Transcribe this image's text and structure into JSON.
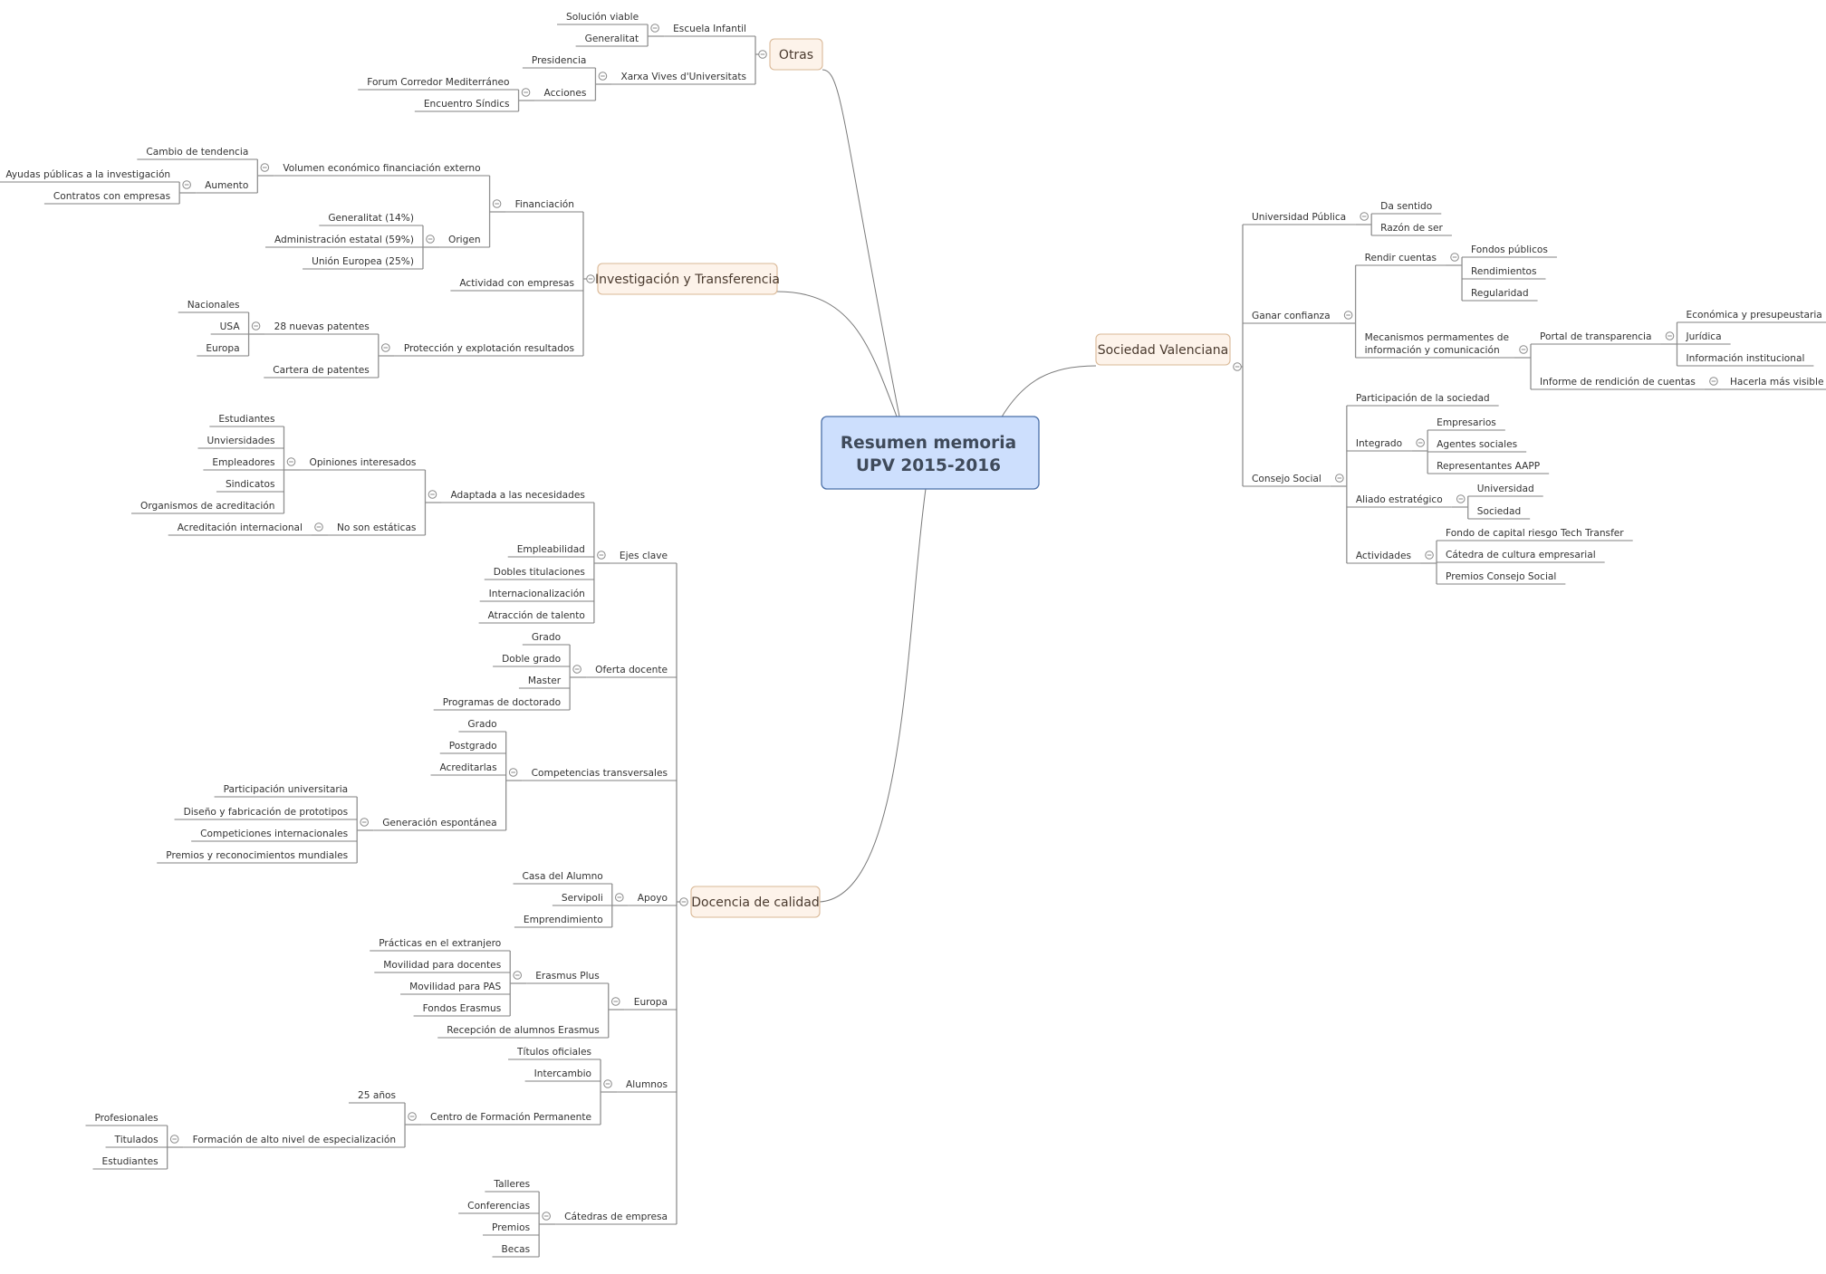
{
  "center": {
    "line1": "Resumen memoria",
    "line2": "UPV 2015-2016"
  },
  "colors": {
    "center_fill": "#cddffd",
    "center_stroke": "#4a6fa8",
    "main_fill": "#fdf3ea",
    "main_stroke": "#d9b896"
  },
  "right": [
    {
      "label": "Sociedad Valenciana",
      "children": [
        {
          "label": "Universidad Pública",
          "children": [
            {
              "label": "Da sentido"
            },
            {
              "label": "Razón de ser"
            }
          ]
        },
        {
          "label": "Ganar confianza",
          "children": [
            {
              "label": "Rendir cuentas",
              "children": [
                {
                  "label": "Fondos públicos"
                },
                {
                  "label": "Rendimientos"
                },
                {
                  "label": "Regularidad"
                }
              ]
            },
            {
              "label": "Mecanismos permamentes de",
              "label2": "información y comunicación",
              "children": [
                {
                  "label": "Portal de transparencia",
                  "children": [
                    {
                      "label": "Económica y presupeustaria"
                    },
                    {
                      "label": "Jurídica"
                    },
                    {
                      "label": "Información institucional"
                    }
                  ]
                },
                {
                  "label": "Informe de rendición de cuentas",
                  "children": [
                    {
                      "label": "Hacerla más visible"
                    }
                  ]
                }
              ]
            }
          ]
        },
        {
          "label": "Consejo Social",
          "children": [
            {
              "label": "Participación de la sociedad"
            },
            {
              "label": "Integrado",
              "children": [
                {
                  "label": "Empresarios"
                },
                {
                  "label": "Agentes sociales"
                },
                {
                  "label": "Representantes AAPP"
                }
              ]
            },
            {
              "label": "Aliado estratégico",
              "children": [
                {
                  "label": "Universidad"
                },
                {
                  "label": "Sociedad"
                }
              ]
            },
            {
              "label": "Actividades",
              "children": [
                {
                  "label": "Fondo de capital riesgo Tech Transfer"
                },
                {
                  "label": "Cátedra de cultura empresarial"
                },
                {
                  "label": "Premios Consejo Social"
                }
              ]
            }
          ]
        }
      ]
    }
  ],
  "left": [
    {
      "label": "Otras",
      "children": [
        {
          "label": "Escuela Infantil",
          "children": [
            {
              "label": "Solución viable"
            },
            {
              "label": "Generalitat"
            }
          ]
        },
        {
          "label": "Xarxa Vives d'Universitats",
          "children": [
            {
              "label": "Presidencia"
            },
            {
              "label": "Acciones",
              "children": [
                {
                  "label": "Forum Corredor Mediterráneo"
                },
                {
                  "label": "Encuentro Síndics"
                }
              ]
            }
          ]
        }
      ]
    },
    {
      "label": "Investigación y Transferencia",
      "children": [
        {
          "label": "Financiación",
          "children": [
            {
              "label": "Volumen económico financiación externo",
              "children": [
                {
                  "label": "Cambio de tendencia"
                },
                {
                  "label": "Aumento",
                  "children": [
                    {
                      "label": "Ayudas públicas a la investigación"
                    },
                    {
                      "label": "Contratos con empresas"
                    }
                  ]
                }
              ]
            },
            {
              "label": "Origen",
              "children": [
                {
                  "label": "Generalitat (14%)"
                },
                {
                  "label": "Administración estatal (59%)"
                },
                {
                  "label": "Unión Europea (25%)"
                }
              ]
            }
          ]
        },
        {
          "label": "Actividad con empresas"
        },
        {
          "label": "Protección y explotación resultados",
          "children": [
            {
              "label": "28 nuevas patentes",
              "children": [
                {
                  "label": "Nacionales"
                },
                {
                  "label": "USA"
                },
                {
                  "label": "Europa"
                }
              ]
            },
            {
              "label": "Cartera de patentes"
            }
          ]
        }
      ]
    },
    {
      "label": "Docencia de calidad",
      "children": [
        {
          "label": "Ejes clave",
          "children": [
            {
              "label": "Adaptada a las necesidades",
              "children": [
                {
                  "label": "Opiniones interesados",
                  "children": [
                    {
                      "label": "Estudiantes"
                    },
                    {
                      "label": "Unviersidades"
                    },
                    {
                      "label": "Empleadores"
                    },
                    {
                      "label": "Sindicatos"
                    },
                    {
                      "label": "Organismos de acreditación"
                    }
                  ]
                },
                {
                  "label": "No son estáticas",
                  "children": [
                    {
                      "label": "Acreditación internacional"
                    }
                  ]
                }
              ]
            },
            {
              "label": "Empleabilidad"
            },
            {
              "label": "Dobles titulaciones"
            },
            {
              "label": "Internacionalización"
            },
            {
              "label": "Atracción de talento"
            }
          ]
        },
        {
          "label": "Oferta docente",
          "children": [
            {
              "label": "Grado"
            },
            {
              "label": "Doble grado"
            },
            {
              "label": "Master"
            },
            {
              "label": "Programas de doctorado"
            }
          ]
        },
        {
          "label": "Competencias transversales",
          "children": [
            {
              "label": "Grado"
            },
            {
              "label": "Postgrado"
            },
            {
              "label": "Acreditarlas"
            },
            {
              "label": "Generación espontánea",
              "children": [
                {
                  "label": "Participación universitaria"
                },
                {
                  "label": "Diseño y fabricación de prototipos"
                },
                {
                  "label": "Competiciones internacionales"
                },
                {
                  "label": "Premios y reconocimientos mundiales"
                }
              ]
            }
          ]
        },
        {
          "label": "Apoyo",
          "children": [
            {
              "label": "Casa del Alumno"
            },
            {
              "label": "Servipoli"
            },
            {
              "label": "Emprendimiento"
            }
          ]
        },
        {
          "label": "Europa",
          "children": [
            {
              "label": "Erasmus Plus",
              "children": [
                {
                  "label": "Prácticas en el extranjero"
                },
                {
                  "label": "Movilidad para docentes"
                },
                {
                  "label": "Movilidad para PAS"
                },
                {
                  "label": "Fondos Erasmus"
                }
              ]
            },
            {
              "label": "Recepción de alumnos Erasmus"
            }
          ]
        },
        {
          "label": "Alumnos",
          "children": [
            {
              "label": "Títulos oficiales"
            },
            {
              "label": "Intercambio"
            },
            {
              "label": "Centro de Formación Permanente",
              "children": [
                {
                  "label": "25 años"
                },
                {
                  "label": "Formación de alto nivel de especialización",
                  "children": [
                    {
                      "label": "Profesionales"
                    },
                    {
                      "label": "Titulados"
                    },
                    {
                      "label": "Estudiantes"
                    }
                  ]
                }
              ]
            }
          ]
        },
        {
          "label": "Cátedras de empresa",
          "children": [
            {
              "label": "Talleres"
            },
            {
              "label": "Conferencias"
            },
            {
              "label": "Premios"
            },
            {
              "label": "Becas"
            }
          ]
        }
      ]
    }
  ]
}
